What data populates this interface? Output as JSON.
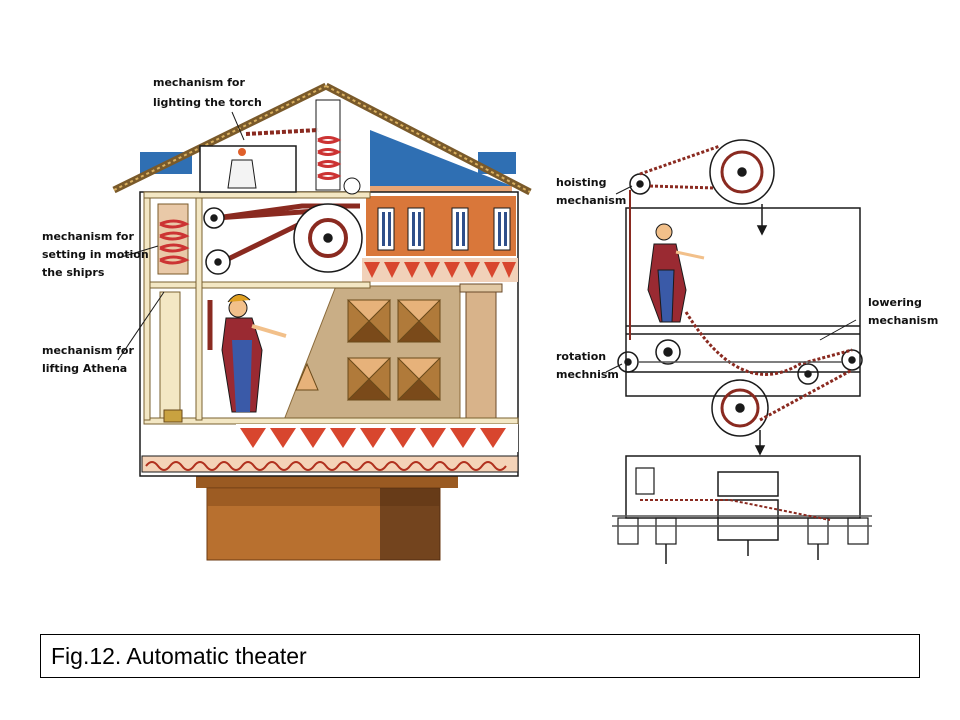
{
  "labels": {
    "torch": [
      "mechanism for",
      "lighting the torch"
    ],
    "ships": [
      "mechanism for",
      "setting in motion",
      "the shiprs"
    ],
    "athena": [
      "mechanism for",
      "lifting Athena"
    ],
    "hoisting": [
      "hoisting",
      "mechanism"
    ],
    "lowering": [
      "lowering",
      "mechanism"
    ],
    "rotation": [
      "rotation",
      "mechnism"
    ]
  },
  "caption": "Fig.12. Automatic theater",
  "colors": {
    "blue": "#2f6fb3",
    "rope": "#8a2a20",
    "wood": "#c8792e",
    "red": "#d8462e",
    "stone": "#c9ae86",
    "ink": "#1a1a1a"
  }
}
